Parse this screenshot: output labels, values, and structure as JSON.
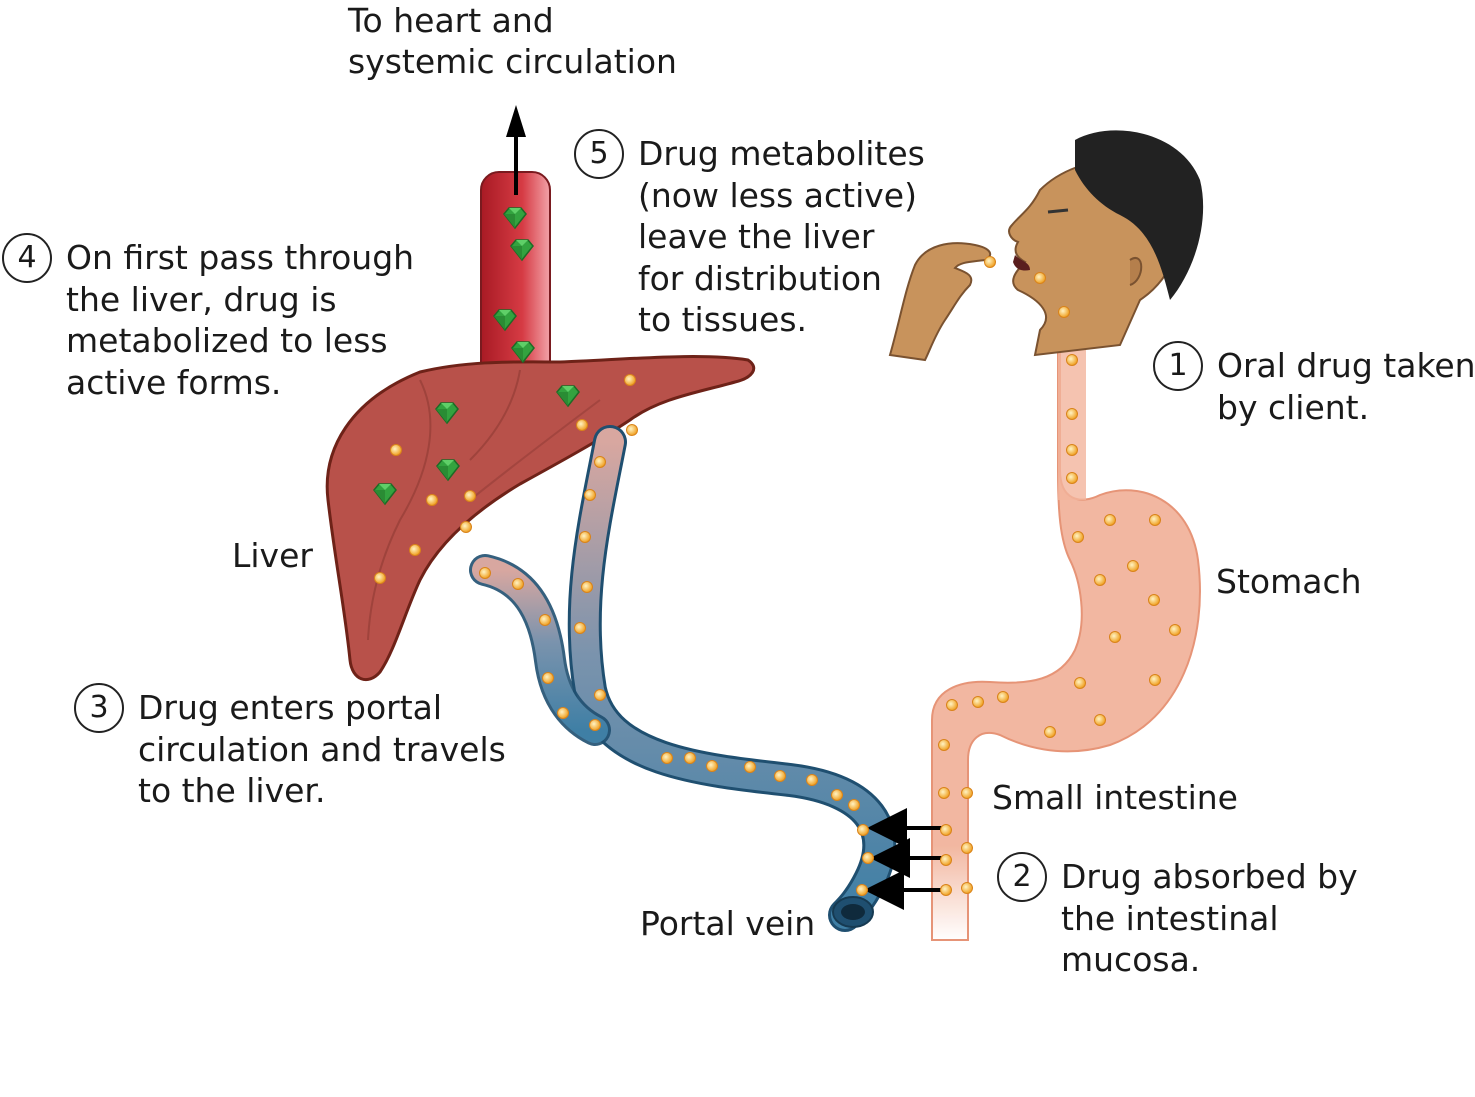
{
  "top_label": [
    "To heart and",
    "systemic circulation"
  ],
  "organs": {
    "liver": "Liver",
    "stomach": "Stomach",
    "small_intestine": "Small intestine",
    "portal_vein": "Portal vein"
  },
  "steps": [
    {
      "number": "1",
      "lines": [
        "Oral drug taken",
        "by client."
      ]
    },
    {
      "number": "2",
      "lines": [
        "Drug absorbed by",
        "the intestinal",
        "mucosa."
      ]
    },
    {
      "number": "3",
      "lines": [
        "Drug enters portal",
        "circulation and travels",
        "to the liver."
      ]
    },
    {
      "number": "4",
      "lines": [
        "On first pass through",
        "the liver, drug is",
        "metabolized to less",
        "active forms."
      ]
    },
    {
      "number": "5",
      "lines": [
        "Drug metabolites",
        "(now less active)",
        "leave the liver",
        "for distribution",
        "to tissues."
      ]
    }
  ],
  "icons": {
    "drug_particle": "drug-particle-icon",
    "metabolite": "metabolite-icon",
    "arrow": "arrow-icon"
  },
  "colors": {
    "liver": "#b8514a",
    "liver_outline": "#6e2218",
    "vessel_red": "#d63b44",
    "portal_vein": "#3f7fa5",
    "gi_tract": "#f2b49c",
    "drug": "#f5a623",
    "metabolite": "#2f9b3a",
    "skin": "#c8935c",
    "hair": "#222222"
  }
}
